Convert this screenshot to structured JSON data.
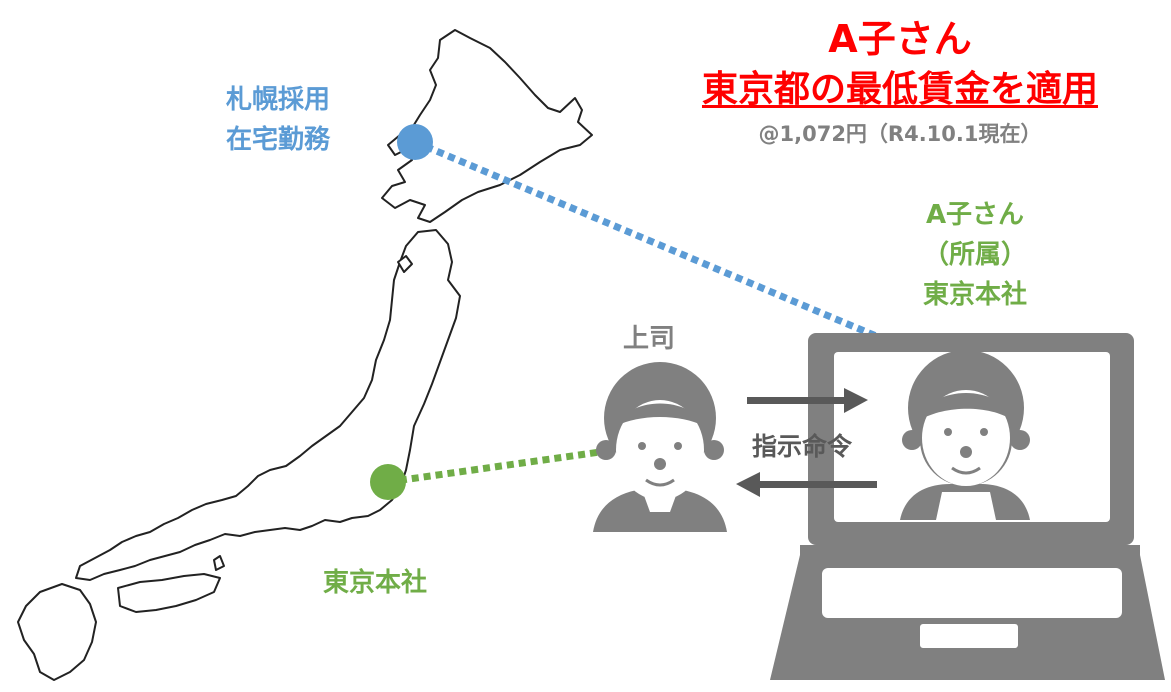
{
  "title": {
    "name": "A子さん",
    "rule": "東京都の最低賃金を適用",
    "wage_note": "@1,072円（R4.10.1現在）"
  },
  "labels": {
    "sapporo_line1": "札幌採用",
    "sapporo_line2": "在宅勤務",
    "tokyo_hq": "東京本社",
    "employee_name": "A子さん",
    "employee_affiliation": "（所属）",
    "employee_office": "東京本社",
    "boss": "上司",
    "instruction": "指示命令"
  },
  "colors": {
    "title": "#ff0000",
    "sapporo": "#5b9bd5",
    "tokyo": "#70ad47",
    "gray": "#808080",
    "dark_gray": "#595959"
  },
  "icons": [
    "japan-map",
    "boss-avatar-icon",
    "woman-avatar-icon",
    "laptop-icon",
    "arrow-right-icon",
    "arrow-left-icon"
  ]
}
